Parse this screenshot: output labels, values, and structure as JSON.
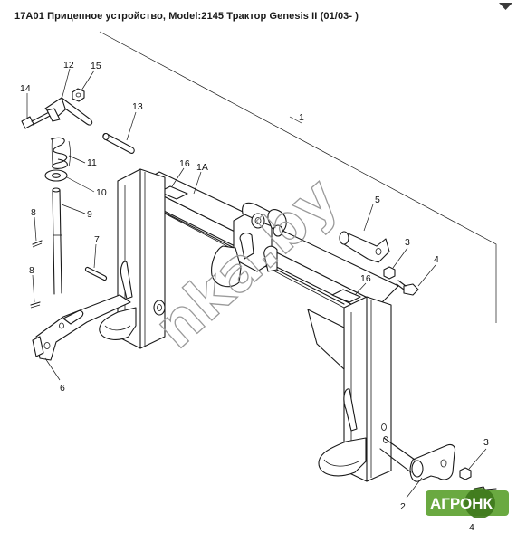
{
  "diagram": {
    "title": "17A01 Прицепное устройство, Model:2145 Трактор Genesis II (01/03- )",
    "part_labels": {
      "p1": "1",
      "p1a": "1A",
      "p2": "2",
      "p3a": "3",
      "p3b": "3",
      "p4a": "4",
      "p4b": "4",
      "p5": "5",
      "p6": "6",
      "p7": "7",
      "p8a": "8",
      "p8b": "8",
      "p9": "9",
      "p10": "10",
      "p11": "11",
      "p12": "12",
      "p13": "13",
      "p14": "14",
      "p15": "15",
      "p16a": "16",
      "p16b": "16"
    },
    "watermark": "nka.by",
    "logo_text": "АГРОНК",
    "colors": {
      "line": "#1a1a1a",
      "watermark": "#9a9a9a",
      "logo_green": "#5aa02c",
      "logo_dark": "#3f7a1c"
    }
  }
}
